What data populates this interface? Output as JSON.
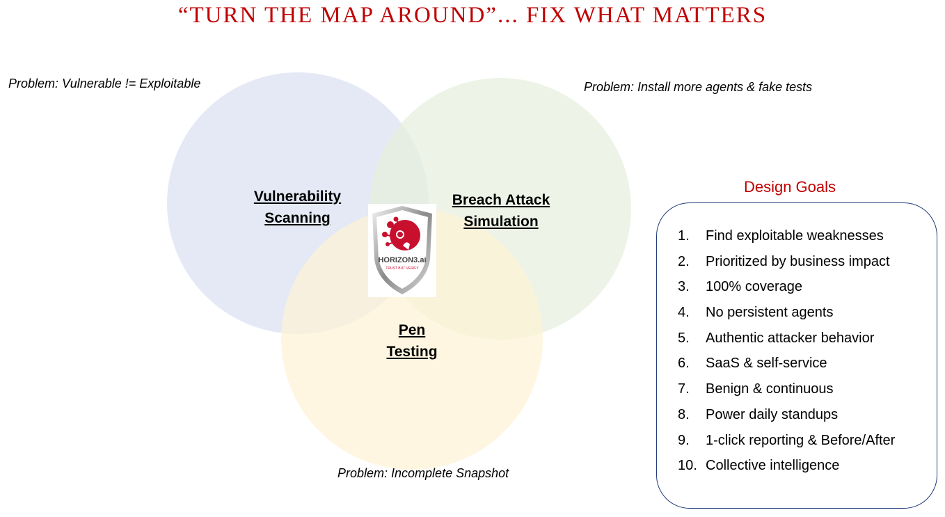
{
  "title": "“TURN THE MAP AROUND”... FIX WHAT MATTERS",
  "colors": {
    "title": "#c00000",
    "vulnerability_circle": "#dbe2f1",
    "breach_circle": "#e6f0de",
    "pen_circle": "#fdf2d6",
    "goals_border": "#1f3b7a",
    "logo_red": "#c8102e"
  },
  "problems": {
    "vulnerability": "Problem: Vulnerable != Exploitable",
    "breach": "Problem: Install more agents & fake tests",
    "pen": "Problem: Incomplete Snapshot"
  },
  "circles": {
    "vulnerability": {
      "line1": "Vulnerability",
      "line2": "Scanning"
    },
    "breach": {
      "line1": "Breach Attack",
      "line2": "Simulation"
    },
    "pen": {
      "line1": "Pen",
      "line2": "Testing"
    }
  },
  "logo": {
    "icon": "horizon3-shield-logo",
    "brand": "HORIZON3.ai",
    "tagline": "TRUST BUT VERIFY"
  },
  "design_goals": {
    "heading": "Design Goals",
    "items": [
      {
        "num": "1.",
        "text": "Find exploitable weaknesses"
      },
      {
        "num": "2.",
        "text": "Prioritized by business impact"
      },
      {
        "num": "3.",
        "text": "100% coverage"
      },
      {
        "num": "4.",
        "text": "No persistent agents"
      },
      {
        "num": "5.",
        "text": "Authentic attacker behavior"
      },
      {
        "num": "6.",
        "text": "SaaS & self-service"
      },
      {
        "num": "7.",
        "text": "Benign & continuous"
      },
      {
        "num": "8.",
        "text": "Power daily standups"
      },
      {
        "num": "9.",
        "text": "1-click reporting & Before/After"
      },
      {
        "num": "10.",
        "text": "Collective intelligence"
      }
    ]
  }
}
